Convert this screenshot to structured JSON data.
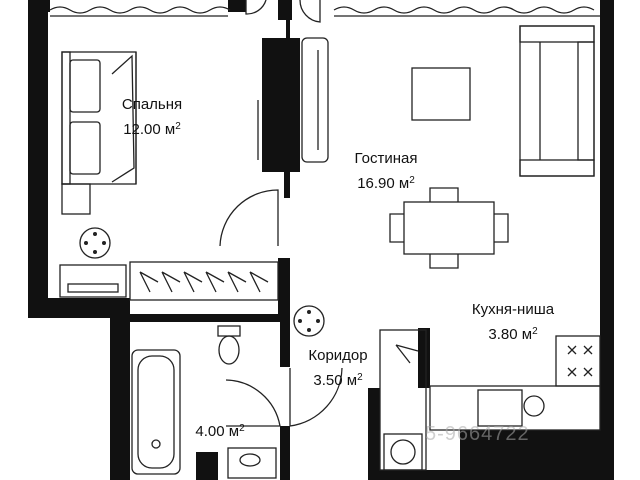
{
  "rooms": {
    "bedroom": {
      "name": "Спальня",
      "area": "12.00 м",
      "unit_sup": "2"
    },
    "living": {
      "name": "Гостиная",
      "area": "16.90 м",
      "unit_sup": "2"
    },
    "kitchen": {
      "name": "Кухня-ниша",
      "area": "3.80 м",
      "unit_sup": "2"
    },
    "corridor": {
      "name": "Коридор",
      "area": "3.50 м",
      "unit_sup": "2"
    },
    "bathroom": {
      "name": "",
      "area": "4.00 м",
      "unit_sup": "2"
    }
  },
  "watermark": "5-9664722",
  "colors": {
    "wall": "#111111",
    "line": "#222222",
    "background": "#ffffff"
  }
}
